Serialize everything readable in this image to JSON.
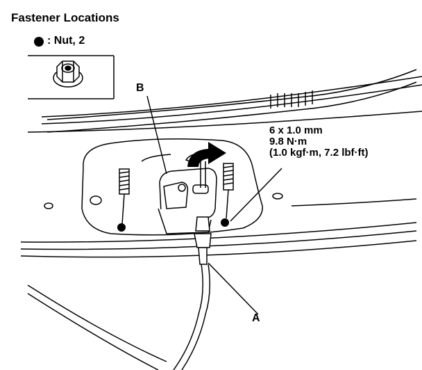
{
  "title": "Fastener Locations",
  "legend": {
    "text": ": Nut, 2",
    "icon": "nut-icon"
  },
  "labels": {
    "a": "A",
    "b": "B"
  },
  "spec": {
    "line1": "6 x 1.0 mm",
    "line2": "9.8 N·m",
    "line3": "(1.0 kgf·m, 7.2 lbf·ft)"
  },
  "colors": {
    "ink": "#000000",
    "paper": "#ffffff"
  }
}
